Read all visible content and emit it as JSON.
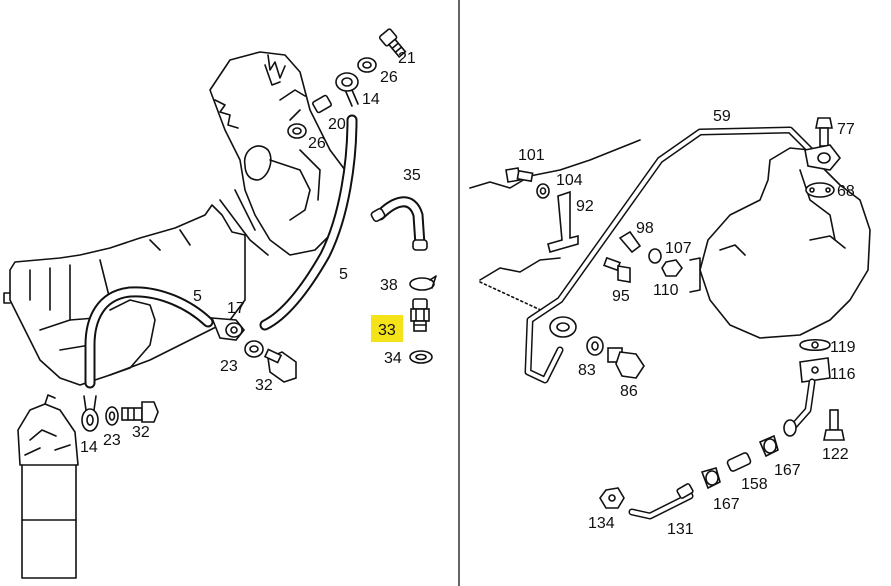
{
  "diagram": {
    "highlight_color": "#f5e31a",
    "line_color": "#111111",
    "background": "#ffffff",
    "callouts_left": [
      "21",
      "26",
      "14",
      "20",
      "26",
      "35",
      "5",
      "38",
      "5",
      "17",
      "33",
      "34",
      "23",
      "32",
      "14",
      "23",
      "32"
    ],
    "callouts_right": [
      "59",
      "77",
      "101",
      "104",
      "92",
      "68",
      "98",
      "107",
      "95",
      "110",
      "83",
      "86",
      "119",
      "116",
      "122",
      "167",
      "158",
      "167",
      "134",
      "131"
    ],
    "highlighted_callout": "33"
  }
}
